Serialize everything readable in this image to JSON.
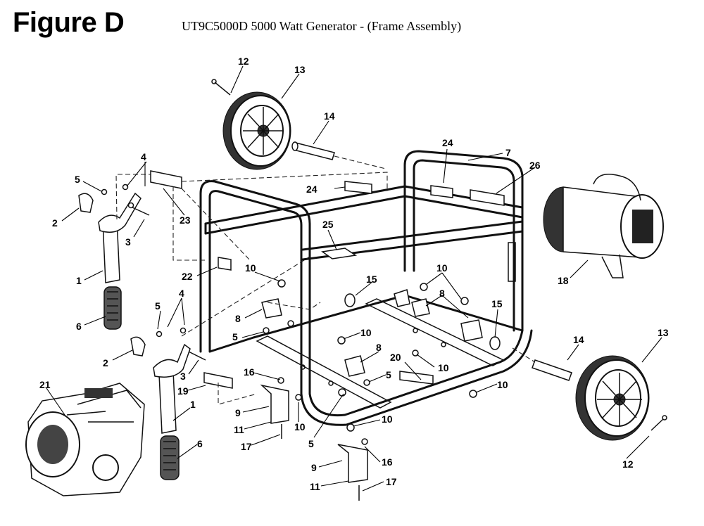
{
  "header": {
    "figure_label": "Figure D",
    "title": "UT9C5000D 5000 Watt Generator -  (Frame Assembly)"
  },
  "callouts": [
    {
      "id": "c12a",
      "text": "12"
    },
    {
      "id": "c13a",
      "text": "13"
    },
    {
      "id": "c14a",
      "text": "14"
    },
    {
      "id": "c4a",
      "text": "4"
    },
    {
      "id": "c5a",
      "text": "5"
    },
    {
      "id": "c2a",
      "text": "2"
    },
    {
      "id": "c23",
      "text": "23"
    },
    {
      "id": "c3a",
      "text": "3"
    },
    {
      "id": "c1a",
      "text": "1"
    },
    {
      "id": "c22",
      "text": "22"
    },
    {
      "id": "c6a",
      "text": "6"
    },
    {
      "id": "c24a",
      "text": "24"
    },
    {
      "id": "c24b",
      "text": "24"
    },
    {
      "id": "c7",
      "text": "7"
    },
    {
      "id": "c26",
      "text": "26"
    },
    {
      "id": "c25",
      "text": "25"
    },
    {
      "id": "c10a",
      "text": "10"
    },
    {
      "id": "c10b",
      "text": "10"
    },
    {
      "id": "c8a",
      "text": "8"
    },
    {
      "id": "c8b",
      "text": "8"
    },
    {
      "id": "c15a",
      "text": "15"
    },
    {
      "id": "c15b",
      "text": "15"
    },
    {
      "id": "c18",
      "text": "18"
    },
    {
      "id": "c4b",
      "text": "4"
    },
    {
      "id": "c5b",
      "text": "5"
    },
    {
      "id": "c5c",
      "text": "5"
    },
    {
      "id": "c10c",
      "text": "10"
    },
    {
      "id": "c8c",
      "text": "8"
    },
    {
      "id": "c2b",
      "text": "2"
    },
    {
      "id": "c3b",
      "text": "3"
    },
    {
      "id": "c20",
      "text": "20"
    },
    {
      "id": "c10d",
      "text": "10"
    },
    {
      "id": "c5d",
      "text": "5"
    },
    {
      "id": "c16a",
      "text": "16"
    },
    {
      "id": "c19",
      "text": "19"
    },
    {
      "id": "c13b",
      "text": "13"
    },
    {
      "id": "c14b",
      "text": "14"
    },
    {
      "id": "c10e",
      "text": "10"
    },
    {
      "id": "c21",
      "text": "21"
    },
    {
      "id": "c1b",
      "text": "1"
    },
    {
      "id": "c9a",
      "text": "9"
    },
    {
      "id": "c11a",
      "text": "11"
    },
    {
      "id": "c10f",
      "text": "10"
    },
    {
      "id": "c17a",
      "text": "17"
    },
    {
      "id": "c10g",
      "text": "10"
    },
    {
      "id": "c5e",
      "text": "5"
    },
    {
      "id": "c6b",
      "text": "6"
    },
    {
      "id": "c9b",
      "text": "9"
    },
    {
      "id": "c16b",
      "text": "16"
    },
    {
      "id": "c11b",
      "text": "11"
    },
    {
      "id": "c17b",
      "text": "17"
    },
    {
      "id": "c12b",
      "text": "12"
    }
  ]
}
